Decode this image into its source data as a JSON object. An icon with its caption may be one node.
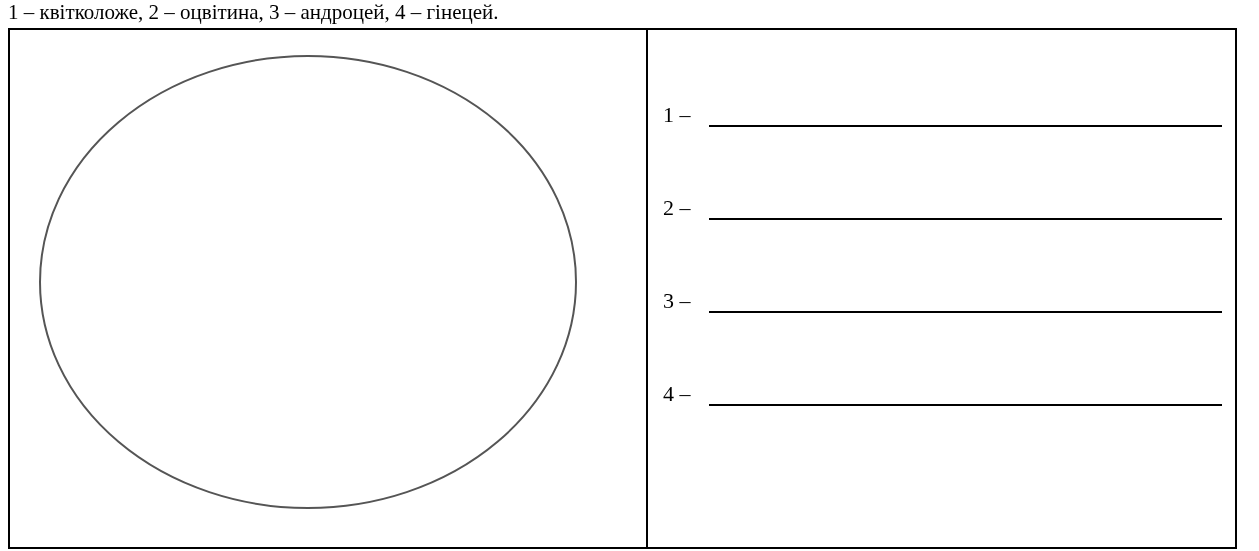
{
  "diagram": {
    "labels": [
      "1 – квітколоже, 2 – оцвітина, 3 – андроцей, 4 – гінецей.",
      "1 –",
      "2 –",
      "3 –",
      "4 –"
    ]
  }
}
